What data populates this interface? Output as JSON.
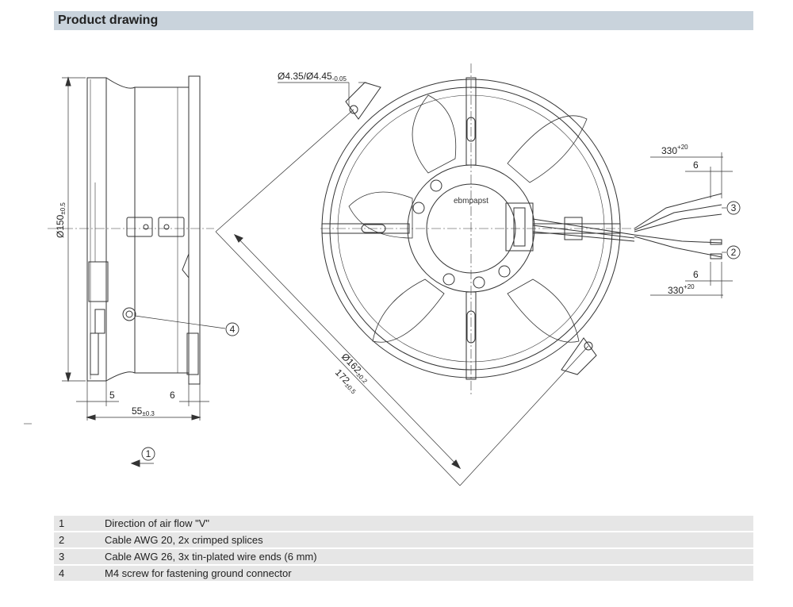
{
  "title": "Product drawing",
  "manufacturer_mark": "ebmpapst",
  "dimensions": {
    "diameter_150": "Ø150",
    "diameter_150_tol": "±0.5",
    "hole": "Ø4.35/Ø4.45",
    "hole_tol": "-0.05",
    "diameter_162": "Ø162",
    "diameter_162_tol": "±0.2",
    "diag_172": "172",
    "diag_172_tol": "±0.5",
    "dim_5": "5",
    "dim_6_left": "6",
    "dim_55": "55",
    "dim_55_tol": "±0.3",
    "cable_330_top": "330",
    "cable_330_top_tol": "+20",
    "cable_6_top": "6",
    "cable_6_bottom": "6",
    "cable_330_bottom": "330",
    "cable_330_bottom_tol": "+20"
  },
  "callouts": [
    "1",
    "2",
    "3",
    "4"
  ],
  "legend": [
    {
      "num": "1",
      "text": "Direction of air flow \"V\""
    },
    {
      "num": "2",
      "text": "Cable AWG 20, 2x crimped splices"
    },
    {
      "num": "3",
      "text": "Cable AWG 26, 3x tin-plated wire ends (6 mm)"
    },
    {
      "num": "4",
      "text": "M4 screw for fastening ground connector"
    }
  ]
}
